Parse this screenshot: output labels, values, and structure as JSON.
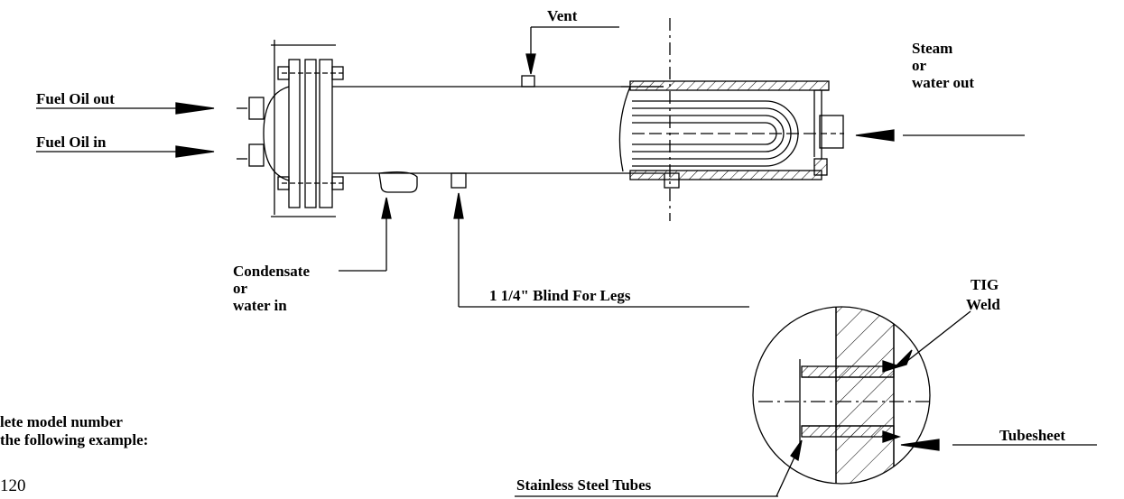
{
  "labels": {
    "vent": "Vent",
    "steam_line1": "Steam",
    "steam_line2": "or",
    "steam_line3": "water out",
    "fuel_oil_out": "Fuel Oil out",
    "fuel_oil_in": "Fuel Oil in",
    "condensate_line1": "Condensate",
    "condensate_line2": "or",
    "condensate_line3": "water in",
    "blind_for_legs": "1 1/4\" Blind For Legs",
    "tig": "TIG",
    "weld": "Weld",
    "tubesheet": "Tubesheet",
    "stainless_tubes": "Stainless Steel Tubes",
    "model_line1": "lete model number",
    "model_line2": "the following example:",
    "model_line3": "120"
  },
  "colors": {
    "ink": "#000000",
    "background": "#ffffff"
  }
}
